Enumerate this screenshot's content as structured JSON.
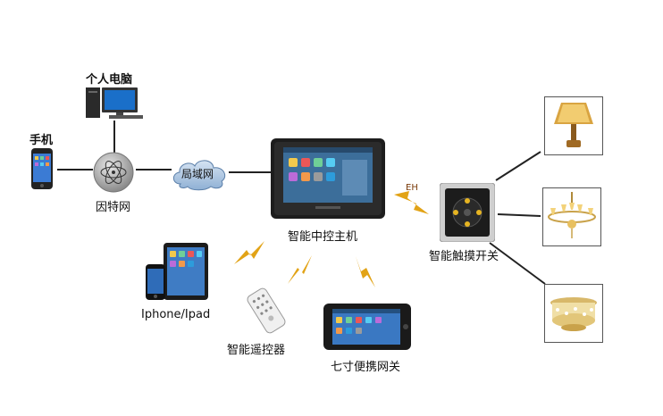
{
  "labels": {
    "pc": "个人电脑",
    "phone": "手机",
    "internet": "因特网",
    "lan": "局域网",
    "host": "智能中控主机",
    "eh": "EH",
    "switch": "智能触摸开关",
    "iphone_ipad": "Iphone/Ipad",
    "remote": "智能遥控器",
    "gateway": "七寸便携网关"
  }
}
